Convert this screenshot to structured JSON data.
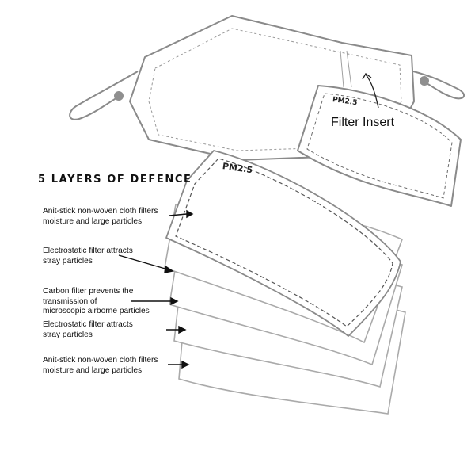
{
  "heading": "5 LAYERS OF DEFENCE",
  "insert_label": "Filter Insert",
  "pm_label": "PM2.5",
  "layers": [
    {
      "line1": "Anit-stick non-woven cloth filters",
      "line2": "moisture and large particles",
      "line3": ""
    },
    {
      "line1": "Electrostatic filter attracts",
      "line2": "stray particles",
      "line3": ""
    },
    {
      "line1": "Carbon filter prevents the",
      "line2": "transmission of",
      "line3": "microscopic airborne particles"
    },
    {
      "line1": "Electrostatic filter attracts",
      "line2": "stray particles",
      "line3": ""
    },
    {
      "line1": "Anit-stick non-woven cloth filters",
      "line2": "moisture and large particles",
      "line3": ""
    }
  ],
  "colors": {
    "outline": "#8a8a8a",
    "dashed": "#6b6b6b",
    "toggle": "#8f8f8f",
    "text": "#111111"
  }
}
